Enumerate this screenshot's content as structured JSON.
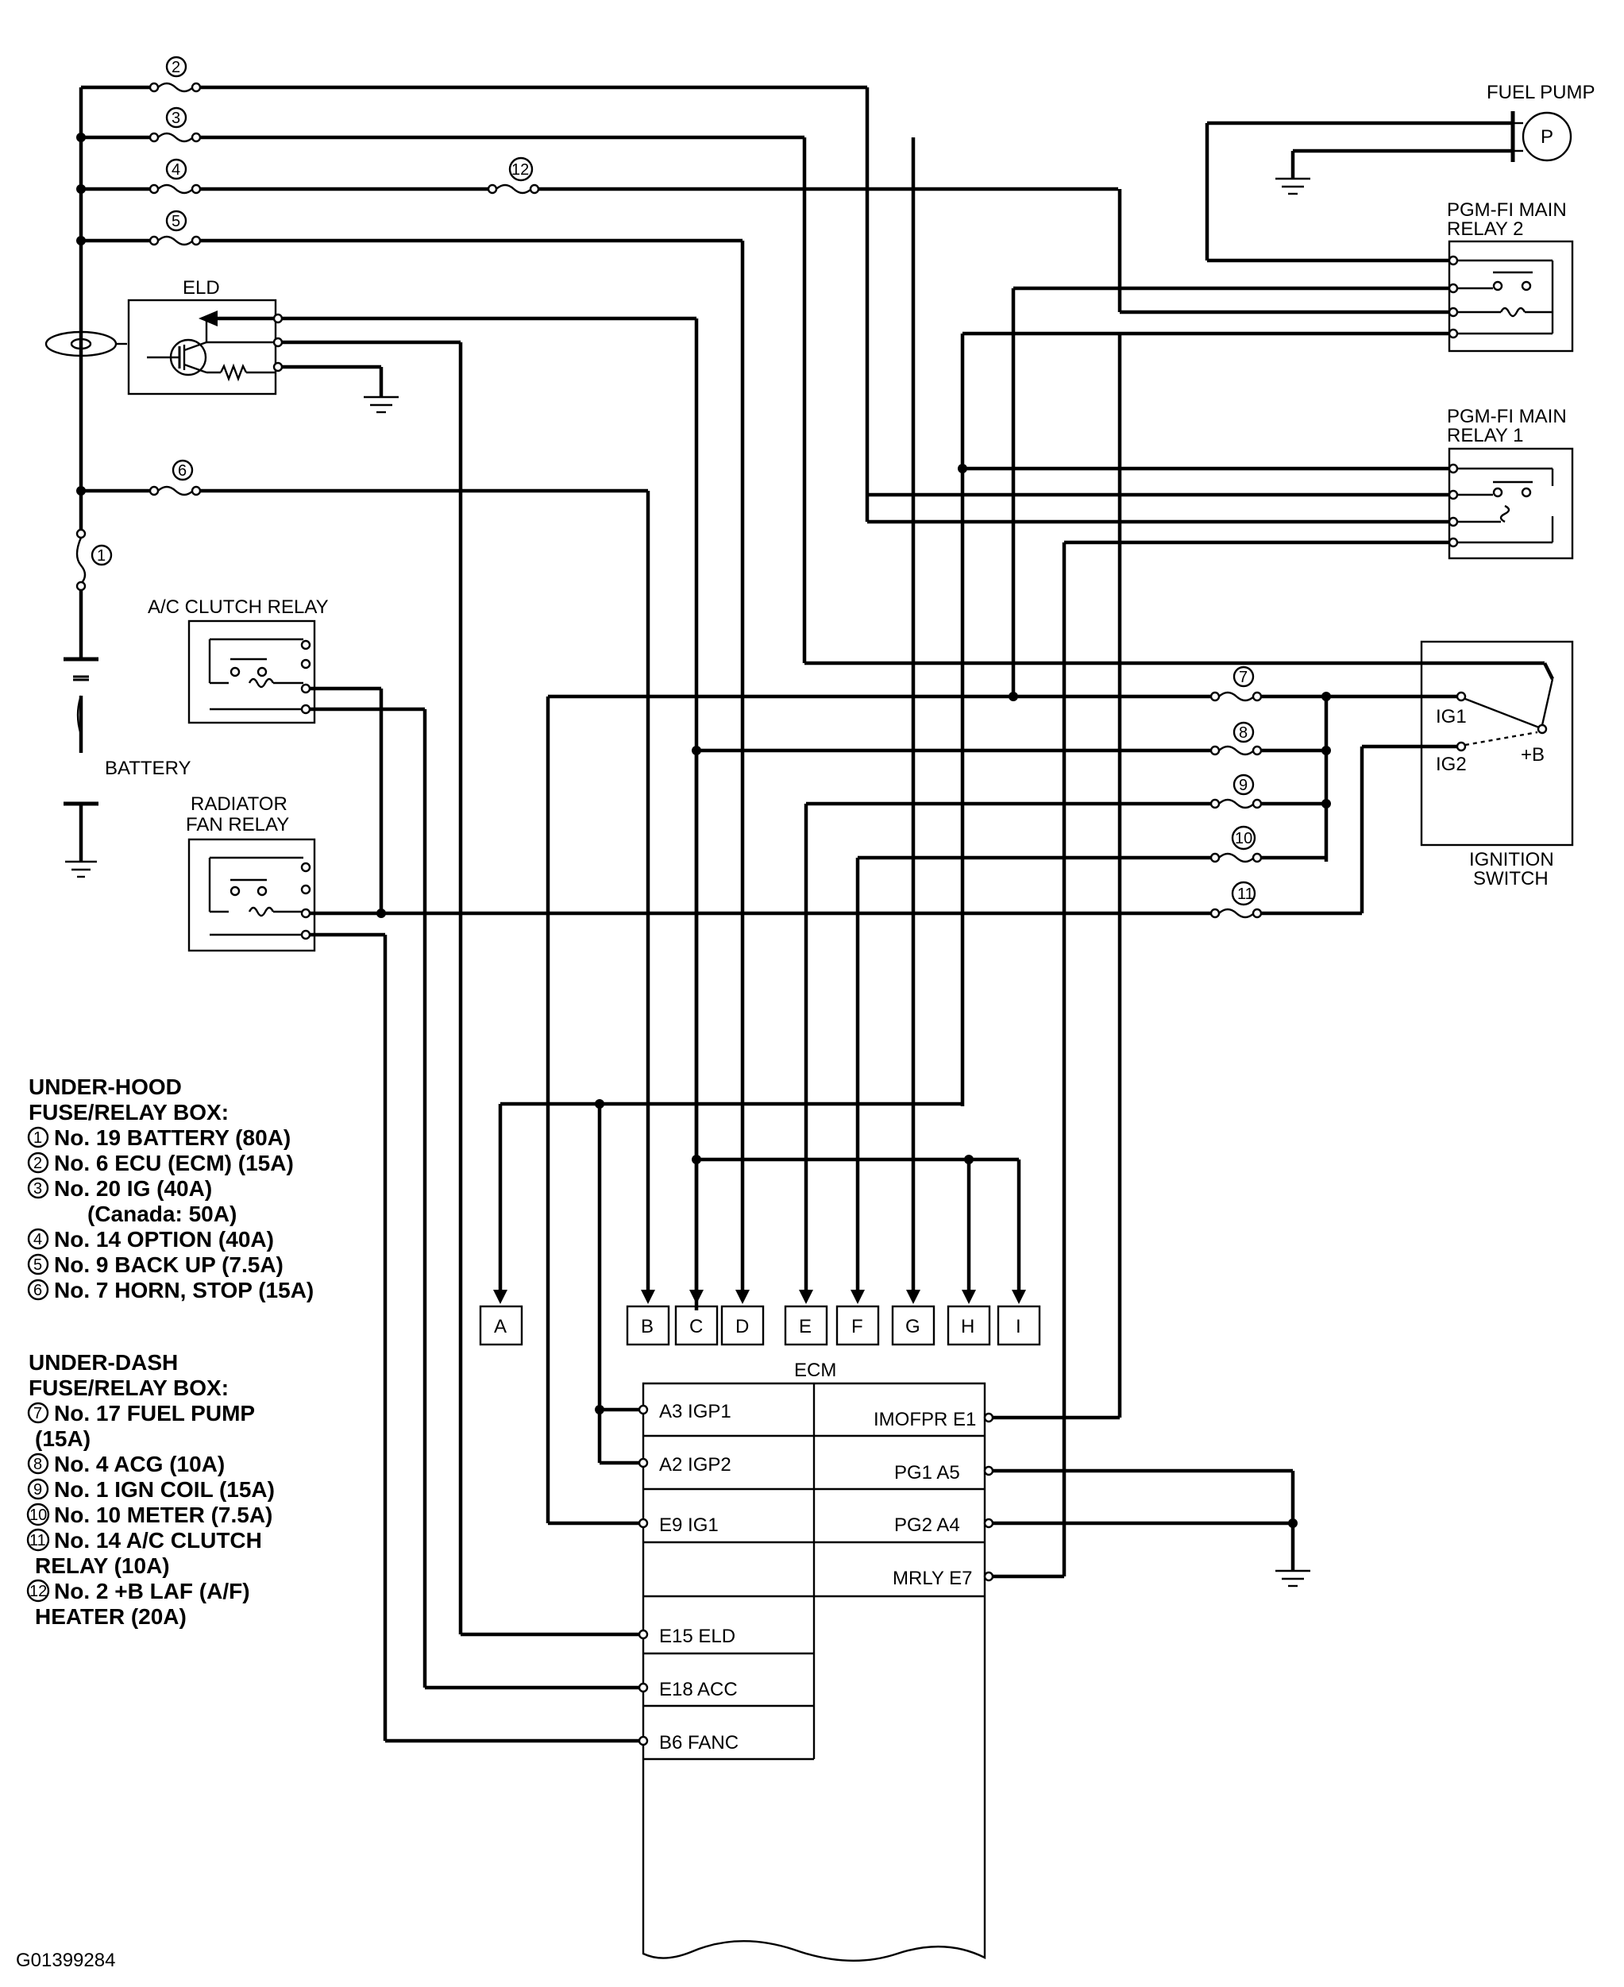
{
  "components": {
    "fuel_pump": "FUEL PUMP",
    "fuel_pump_symbol": "P",
    "relay2": [
      "PGM-FI MAIN",
      "RELAY 2"
    ],
    "relay1": [
      "PGM-FI MAIN",
      "RELAY 1"
    ],
    "eld": "ELD",
    "ac_clutch_relay": "A/C CLUTCH RELAY",
    "radiator_fan_relay": [
      "RADIATOR",
      "FAN RELAY"
    ],
    "battery": "BATTERY",
    "ignition_switch": [
      "IGNITION",
      "SWITCH"
    ],
    "ig1": "IG1",
    "ig2": "IG2",
    "plus_b": "+B"
  },
  "fuse_numbers": [
    "1",
    "2",
    "3",
    "4",
    "5",
    "6",
    "7",
    "8",
    "9",
    "10",
    "11",
    "12"
  ],
  "connectors": [
    "A",
    "B",
    "C",
    "D",
    "E",
    "F",
    "G",
    "H",
    "I"
  ],
  "ecm": {
    "title": "ECM",
    "left_pins": [
      "A3 IGP1",
      "A2 IGP2",
      "E9 IG1",
      "E15 ELD",
      "E18 ACC",
      "B6 FANC"
    ],
    "right_pins": [
      "IMOFPR E1",
      "PG1 A5",
      "PG2 A4",
      "MRLY E7"
    ]
  },
  "legend_under_hood": {
    "title": [
      "UNDER-HOOD",
      "FUSE/RELAY BOX:"
    ],
    "items": [
      {
        "num": "1",
        "text": "No. 19 BATTERY (80A)"
      },
      {
        "num": "2",
        "text": "No. 6 ECU (ECM) (15A)"
      },
      {
        "num": "3",
        "text": "No. 20 IG (40A)"
      },
      {
        "num": "",
        "text": "(Canada: 50A)"
      },
      {
        "num": "4",
        "text": "No. 14 OPTION (40A)"
      },
      {
        "num": "5",
        "text": "No. 9 BACK UP (7.5A)"
      },
      {
        "num": "6",
        "text": "No. 7 HORN, STOP (15A)"
      }
    ]
  },
  "legend_under_dash": {
    "title": [
      "UNDER-DASH",
      "FUSE/RELAY BOX:"
    ],
    "items": [
      {
        "num": "7",
        "text": "No. 17 FUEL PUMP"
      },
      {
        "num": "",
        "text": "(15A)"
      },
      {
        "num": "8",
        "text": "No. 4 ACG (10A)"
      },
      {
        "num": "9",
        "text": "No. 1 IGN COIL (15A)"
      },
      {
        "num": "10",
        "text": "No. 10 METER (7.5A)"
      },
      {
        "num": "11",
        "text": "No. 14 A/C CLUTCH"
      },
      {
        "num": "",
        "text": "RELAY (10A)"
      },
      {
        "num": "12",
        "text": "No. 2 +B LAF (A/F)"
      },
      {
        "num": "",
        "text": "HEATER (20A)"
      }
    ]
  },
  "figure_id": "G01399284"
}
